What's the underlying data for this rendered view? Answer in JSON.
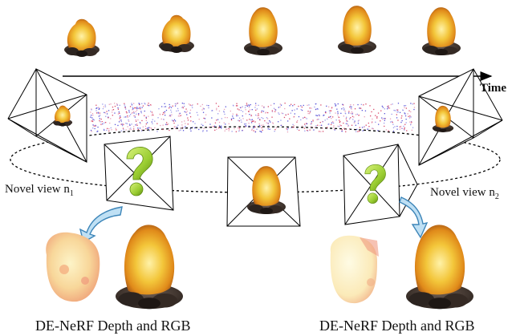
{
  "labels": {
    "time": "Time",
    "novel_view_1": "Novel view n",
    "novel_view_1_sub": "1",
    "novel_view_2": "Novel view n",
    "novel_view_2_sub": "2",
    "caption_left": "DE-NeRF Depth and RGB",
    "caption_right": "DE-NeRF Depth and RGB"
  },
  "question_glyph": "?",
  "colors": {
    "flame_core": "#f3c63a",
    "flame_mid": "#e89a1c",
    "flame_dark": "#b8621a",
    "coal": "#3a302a",
    "question": "#9acd32",
    "points_red": "#d94a6a",
    "points_blue": "#5a55d8",
    "depth_warm": "#f6c08a",
    "depth_pale": "#fbf0c0"
  }
}
